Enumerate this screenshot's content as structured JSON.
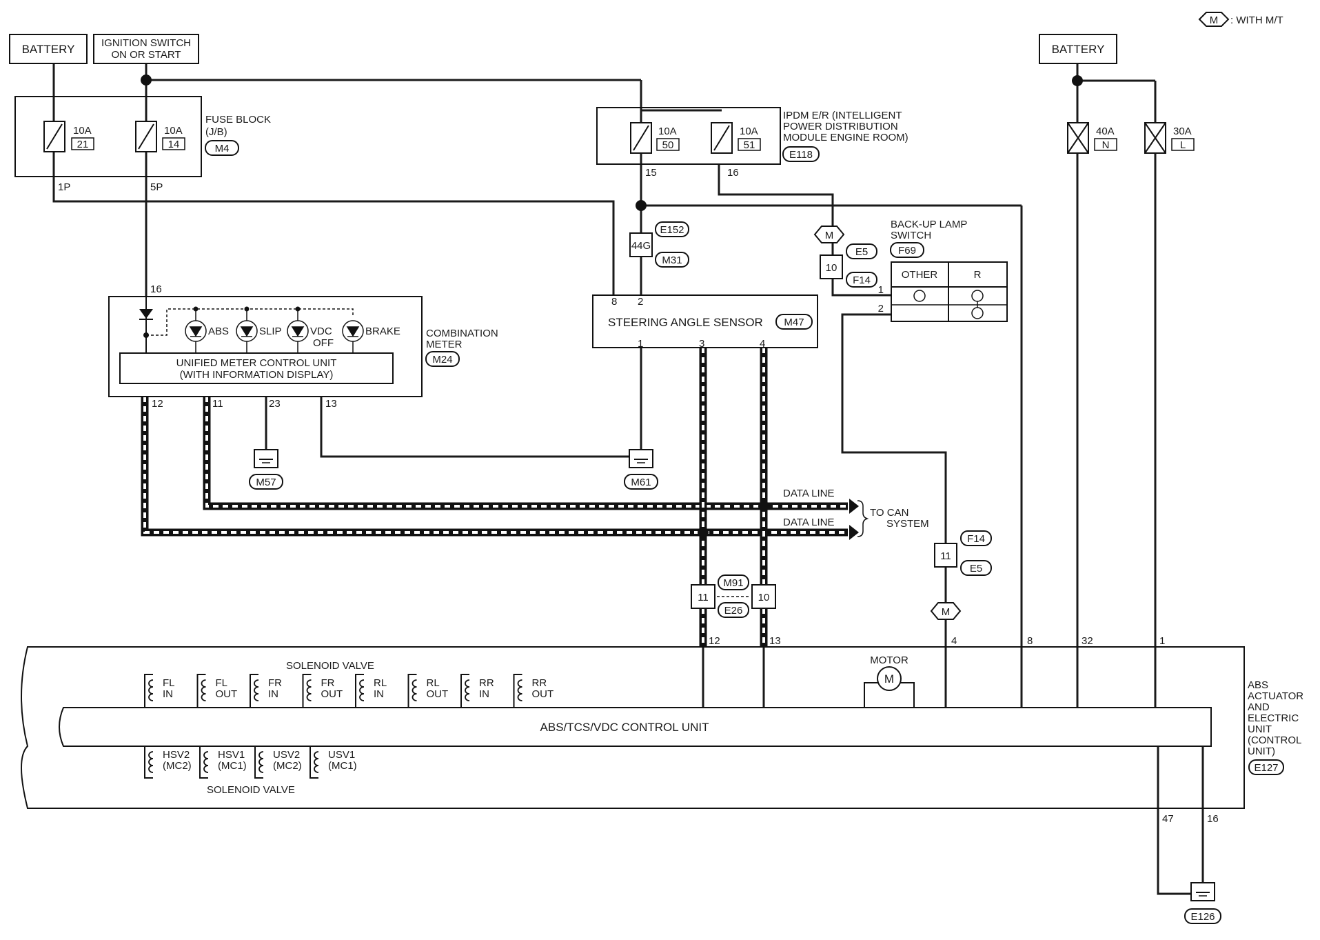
{
  "legend": {
    "symbol": "M",
    "text": ": WITH M/T"
  },
  "supply": {
    "battery_left": "BATTERY",
    "ignition_line1": "IGNITION SWITCH",
    "ignition_line2": "ON OR START",
    "battery_right": "BATTERY"
  },
  "fuse_block": {
    "title": "FUSE BLOCK",
    "subtitle": "(J/B)",
    "connector": "M4",
    "fuses": [
      {
        "amp": "10A",
        "num": "21"
      },
      {
        "amp": "10A",
        "num": "14"
      }
    ],
    "pins": [
      "1P",
      "5P"
    ]
  },
  "ipdm": {
    "title_line1": "IPDM E/R (INTELLIGENT",
    "title_line2": "POWER DISTRIBUTION",
    "title_line3": "MODULE ENGINE ROOM)",
    "connector": "E118",
    "fuses": [
      {
        "amp": "10A",
        "num": "50"
      },
      {
        "amp": "10A",
        "num": "51"
      }
    ],
    "pins": [
      "15",
      "16"
    ]
  },
  "battery_fuses": [
    {
      "amp": "40A",
      "id": "N"
    },
    {
      "amp": "30A",
      "id": "L"
    }
  ],
  "backup_lamp_switch": {
    "title_line1": "BACK-UP LAMP",
    "title_line2": "SWITCH",
    "connector": "F69",
    "col_other": "OTHER",
    "col_r": "R",
    "pins": [
      "1",
      "2"
    ]
  },
  "steering_sensor": {
    "label": "STEERING ANGLE SENSOR",
    "connector": "M47",
    "pins": [
      "8",
      "2",
      "1",
      "3",
      "4"
    ]
  },
  "combination_meter": {
    "title_line1": "COMBINATION",
    "title_line2": "METER",
    "connector": "M24",
    "pin_top": "16",
    "lamps": [
      "ABS",
      "SLIP",
      "VDC",
      "BRAKE"
    ],
    "lamp_vdc_sub": "OFF",
    "control_unit_line1": "UNIFIED METER CONTROL UNIT",
    "control_unit_line2": "(WITH INFORMATION DISPLAY)",
    "pins_bottom": [
      "12",
      "11",
      "23",
      "13"
    ]
  },
  "connectors": {
    "e152": "E152",
    "m31": "M31",
    "j44g": "44G",
    "e5": "E5",
    "f14": "F14",
    "j10": "10",
    "j11": "11",
    "m91": "M91",
    "e26": "E26",
    "j11b": "11",
    "j10b": "10",
    "m_symbol": "M"
  },
  "grounds": [
    "M57",
    "M61",
    "E126"
  ],
  "can": {
    "data_line_1": "DATA LINE",
    "data_line_2": "DATA LINE",
    "to_can_1": "TO CAN",
    "to_can_2": "SYSTEM"
  },
  "abs_unit": {
    "solenoid_valve_top": "SOLENOID VALVE",
    "solenoid_valve_bottom": "SOLENOID VALVE",
    "motor": "MOTOR",
    "motor_symbol": "M",
    "control_unit": "ABS/TCS/VDC CONTROL UNIT",
    "title_lines": [
      "ABS",
      "ACTUATOR",
      "AND",
      "ELECTRIC",
      "UNIT",
      "(CONTROL",
      "UNIT)"
    ],
    "connector": "E127",
    "valves_top": [
      {
        "a": "FL",
        "b": "IN"
      },
      {
        "a": "FL",
        "b": "OUT"
      },
      {
        "a": "FR",
        "b": "IN"
      },
      {
        "a": "FR",
        "b": "OUT"
      },
      {
        "a": "RL",
        "b": "IN"
      },
      {
        "a": "RL",
        "b": "OUT"
      },
      {
        "a": "RR",
        "b": "IN"
      },
      {
        "a": "RR",
        "b": "OUT"
      }
    ],
    "valves_bottom": [
      {
        "a": "HSV2",
        "b": "(MC2)"
      },
      {
        "a": "HSV1",
        "b": "(MC1)"
      },
      {
        "a": "USV2",
        "b": "(MC2)"
      },
      {
        "a": "USV1",
        "b": "(MC1)"
      }
    ],
    "pins_top": [
      "12",
      "13",
      "4",
      "8",
      "32",
      "1"
    ],
    "pins_bottom": [
      "47",
      "16"
    ]
  }
}
